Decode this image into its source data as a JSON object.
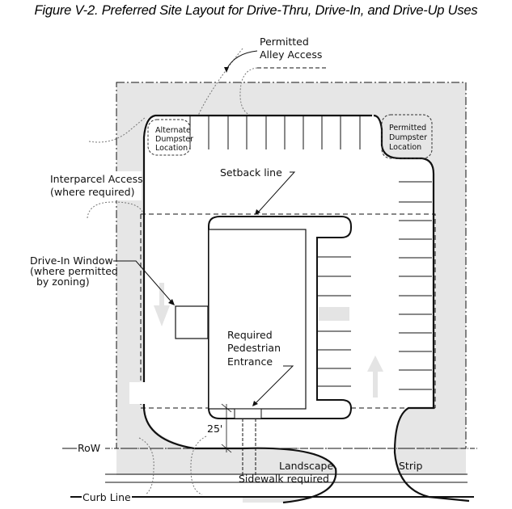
{
  "figure": {
    "title": "Figure V-2. Preferred Site Layout for Drive-Thru, Drive-In, and Drive-Up Uses"
  },
  "labels": {
    "alley_access": [
      "Permitted",
      "Alley Access"
    ],
    "alternate_dumpster": [
      "Alternate",
      "Dumpster",
      "Location"
    ],
    "permitted_dumpster": [
      "Permitted",
      "Dumpster",
      "Location"
    ],
    "interparcel_access": [
      "Interparcel Access",
      "(where required)"
    ],
    "setback_line": "Setback line",
    "drive_in_window": [
      "Drive-In Window",
      "(where permitted",
      "by zoning)"
    ],
    "pedestrian_entrance": [
      "Required",
      "Pedestrian",
      "Entrance"
    ],
    "dimension": "25'",
    "row": "RoW",
    "curb_line": "Curb Line",
    "landscape": "Landscape",
    "strip": "Strip",
    "sidewalk": "Sidewalk required"
  },
  "colors": {
    "landscape_fill": "#e6e6e6",
    "line": "#111111",
    "arrow_fill": "#e4e4e4",
    "dashed_gray": "#777777"
  }
}
